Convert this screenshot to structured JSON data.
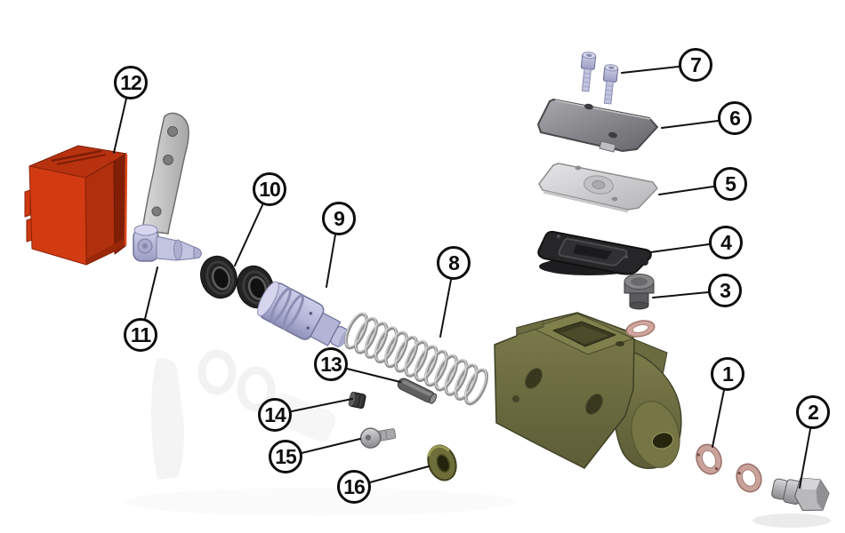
{
  "diagram": {
    "type": "exploded-parts-diagram",
    "background": "#ffffff",
    "callout_style": {
      "fill": "#ffffff",
      "stroke": "#0d0d0d"
    },
    "palette": {
      "reservoir_box_red": "#d23b12",
      "reservoir_box_dark": "#801f06",
      "lever_gray": "#c9c9c9",
      "lavender_parts": "#b9badb",
      "seal_black": "#222222",
      "spring_gray": "#9a9a9a",
      "body_olive": "#6f6f41",
      "cover_dark_gray": "#85858a",
      "plate_silver": "#d4d4d6",
      "diaphragm_black": "#262628",
      "copper_washer": "#c9a39b",
      "bolt_silver": "#b9b9bb",
      "leader_line": "#111111"
    },
    "callouts": {
      "c1": {
        "label": "1",
        "part": "sealing-washers"
      },
      "c2": {
        "label": "2",
        "part": "banjo-bolt"
      },
      "c3": {
        "label": "3",
        "part": "plug"
      },
      "c4": {
        "label": "4",
        "part": "diaphragm"
      },
      "c5": {
        "label": "5",
        "part": "diaphragm-plate"
      },
      "c6": {
        "label": "6",
        "part": "reservoir-cover"
      },
      "c7": {
        "label": "7",
        "part": "cover-screws"
      },
      "c8": {
        "label": "8",
        "part": "return-spring"
      },
      "c9": {
        "label": "9",
        "part": "piston"
      },
      "c10": {
        "label": "10",
        "part": "piston-seals"
      },
      "c11": {
        "label": "11",
        "part": "pivot-pushrod"
      },
      "c12": {
        "label": "12",
        "part": "reservoir-box"
      },
      "c13": {
        "label": "13",
        "part": "roll-pin"
      },
      "c14": {
        "label": "14",
        "part": "set-screw"
      },
      "c15": {
        "label": "15",
        "part": "button-screw"
      },
      "c16": {
        "label": "16",
        "part": "washer"
      }
    }
  }
}
